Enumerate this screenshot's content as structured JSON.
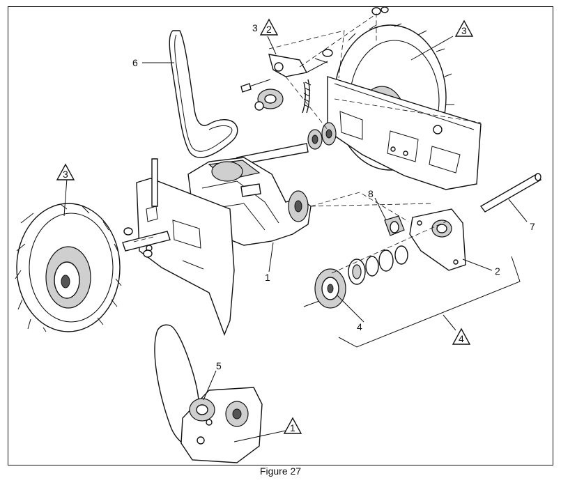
{
  "figure": {
    "caption": "Figure 27",
    "callouts": [
      {
        "id": "callout-1",
        "text": "1",
        "boxed": false
      },
      {
        "id": "callout-2",
        "text": "2",
        "boxed": false
      },
      {
        "id": "callout-4",
        "text": "4",
        "boxed": false
      },
      {
        "id": "callout-5",
        "text": "5",
        "boxed": false
      },
      {
        "id": "callout-6",
        "text": "6",
        "boxed": false
      },
      {
        "id": "callout-7",
        "text": "7",
        "boxed": false
      },
      {
        "id": "callout-8",
        "text": "8",
        "boxed": false
      },
      {
        "id": "callout-3",
        "text": "3",
        "boxed": false
      },
      {
        "id": "callout-tri-2",
        "text": "2",
        "boxed": true
      },
      {
        "id": "callout-tri-3-top",
        "text": "3",
        "boxed": true
      },
      {
        "id": "callout-tri-3-left",
        "text": "3",
        "boxed": true
      },
      {
        "id": "callout-tri-4",
        "text": "4",
        "boxed": true
      },
      {
        "id": "callout-tri-1",
        "text": "1",
        "boxed": true
      }
    ]
  }
}
